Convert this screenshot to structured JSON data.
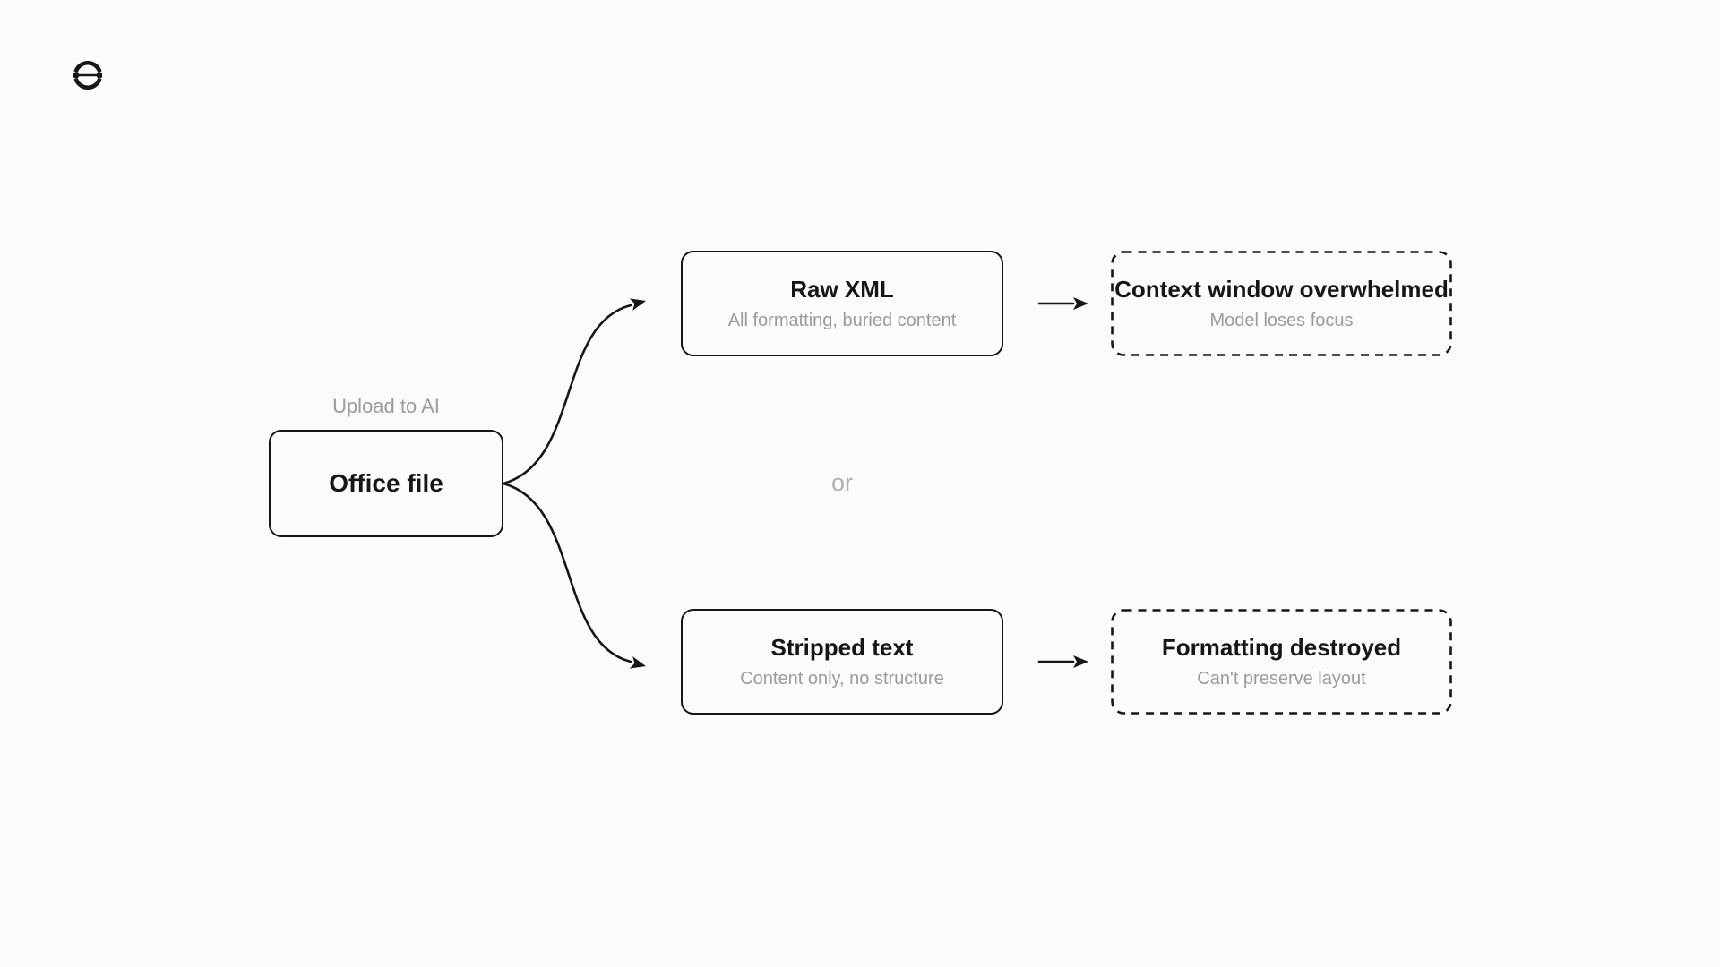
{
  "colors": {
    "background": "#fbfbfb",
    "ink": "#161616",
    "muted_text": "#9b9b9b",
    "or_text": "#b0b0b0"
  },
  "logo": {
    "name": "split-circle-logo"
  },
  "diagram": {
    "source": {
      "label": "Upload to AI",
      "title": "Office file"
    },
    "or_label": "or",
    "branches": [
      {
        "title": "Raw XML",
        "subtitle": "All formatting, buried content",
        "outcome": {
          "title": "Context window overwhelmed",
          "subtitle": "Model loses focus"
        }
      },
      {
        "title": "Stripped text",
        "subtitle": "Content only, no structure",
        "outcome": {
          "title": "Formatting destroyed",
          "subtitle": "Can't preserve layout"
        }
      }
    ]
  }
}
